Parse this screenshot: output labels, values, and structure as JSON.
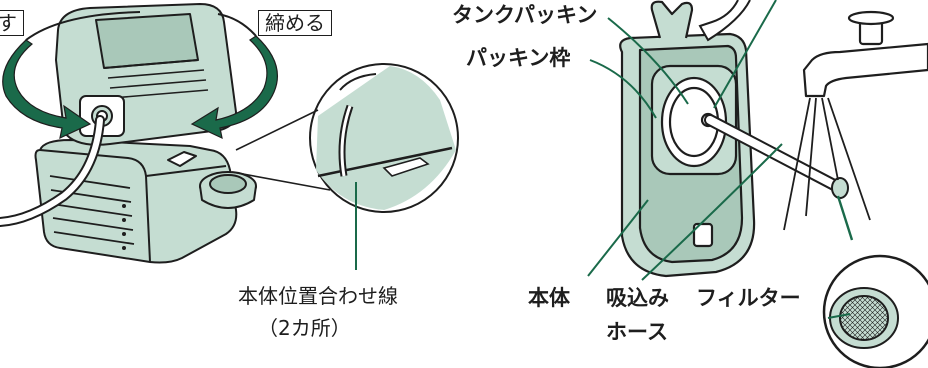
{
  "labels": {
    "loosen_partial": "す",
    "tighten": "締める",
    "tank_packing": "タンクパッキン",
    "packing_frame": "パッキン枠",
    "alignment_line": "本体位置合わせ線",
    "alignment_count": "（2カ所）",
    "main_body": "本体",
    "suction_hose_line1": "吸込み",
    "suction_hose_line2": "ホース",
    "filter": "フィルター"
  },
  "colors": {
    "outline": "#1e1e1e",
    "fill": "#c5ddd2",
    "fill_dark": "#a9c8b9",
    "leader": "#1a6a4a"
  }
}
